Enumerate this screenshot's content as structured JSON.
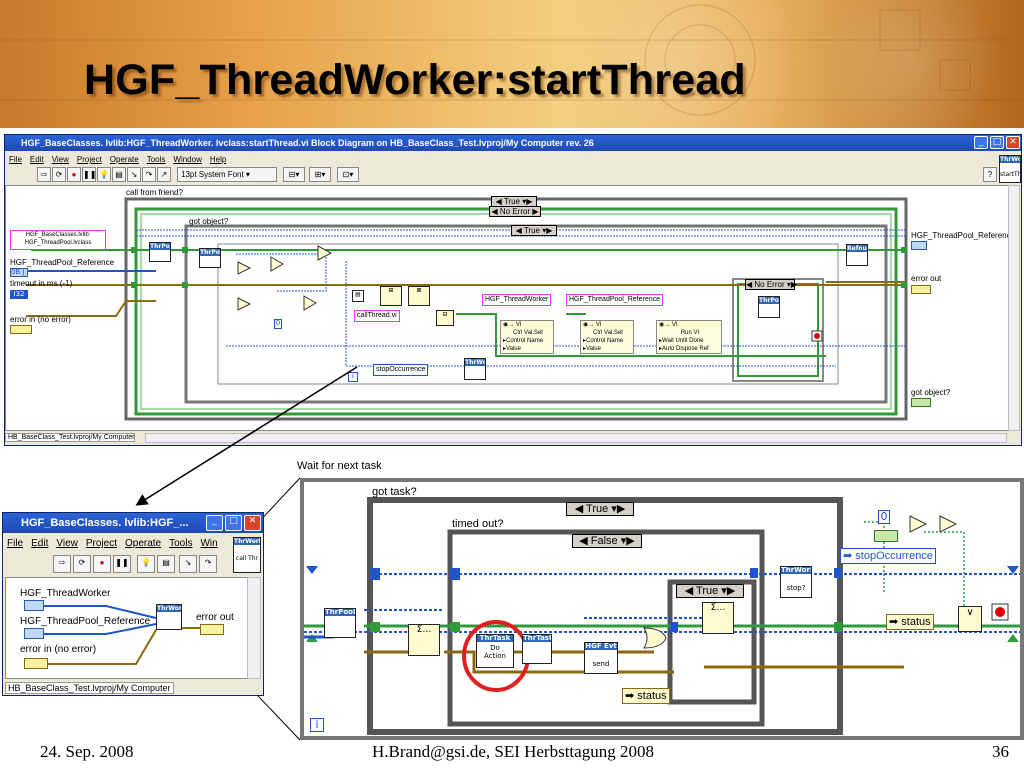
{
  "slide": {
    "title": "HGF_ThreadWorker:startThread",
    "footer_date": "24. Sep. 2008",
    "footer_center": "H.Brand@gsi.de, SEI Herbsttagung 2008",
    "page_number": "36"
  },
  "main_window": {
    "title": "HGF_BaseClasses. lvlib:HGF_ThreadWorker. lvclass:startThread.vi Block Diagram on HB_BaseClass_Test.lvproj/My Computer rev. 26",
    "menu": [
      "File",
      "Edit",
      "View",
      "Project",
      "Operate",
      "Tools",
      "Window",
      "Help"
    ],
    "font_selector": "13pt System Font",
    "status_path": "HB_BaseClass_Test.lvproj/My Computer",
    "connector_label": "startThr",
    "labels": {
      "call_from_friend": "call from friend?",
      "got_object": "got object?",
      "case_true_outer": "True",
      "case_no_error": "No Error",
      "case_true_inner": "True",
      "case_no_error_right": "No Error",
      "base_classes_path": "HGF_BaseClasses.lvlib:\nHGF_ThreadPool.lvclass",
      "threadpool_ref": "HGF_ThreadPool_Reference",
      "timeout": "timeout in ms (-1)",
      "timeout_value": "I32",
      "error_in": "error in (no error)",
      "threadpool_ref_out": "HGF_ThreadPool_Reference",
      "error_out": "error out",
      "got_object_out": "got object?",
      "call_thread": "callThread.vi",
      "hgf_threadworker": "HGF_ThreadWorker",
      "hgf_threadpool_reference": "HGF_ThreadPool_Reference",
      "vi": "VI",
      "ctrl_val_set": "Ctrl Val.Set",
      "control_name": "Control Name",
      "value": "Value",
      "run_vi": "Run VI",
      "wait_until_done": "Wait Until Done",
      "auto_dispose_ref": "Auto Dispose Ref",
      "stop_occurrence": "stopOccurrence",
      "number_zero": "0",
      "index_label": "i"
    }
  },
  "small_window": {
    "title": "HGF_BaseClasses. lvlib:HGF_...",
    "menu": [
      "File",
      "Edit",
      "View",
      "Project",
      "Operate",
      "Tools",
      "Win"
    ],
    "connector_label": "call Thr",
    "labels": {
      "threadworker": "HGF_ThreadWorker",
      "threadpool_ref": "HGF_ThreadPool_Reference",
      "error_in": "error in (no error)",
      "error_out": "error out",
      "node": "ThrWork"
    },
    "status_path": "HB_BaseClass_Test.lvproj/My Computer"
  },
  "zoom_diagram": {
    "wait_label": "Wait for next task",
    "got_task": "got task?",
    "case_true": "True",
    "timed_out": "timed out?",
    "case_false": "False",
    "case_true_inner": "True",
    "thrpool": "ThrPool",
    "do_action": "Do\nAction",
    "thrtask": "ThrTask",
    "hgf_evt": "HGF Evt",
    "send": "send",
    "status": "status",
    "status_right": "status",
    "stop_occurrence": "stopOccurrence",
    "thrwork": "ThrWork",
    "stop_q": "stop?",
    "number_zero": "0",
    "index_label": "i"
  },
  "colors": {
    "header_orange": "#e7a24a",
    "window_title_blue": "#2456c8",
    "wire_green": "#2f9a3a",
    "wire_blue": "#1f55c8",
    "wire_brown": "#8a6a10",
    "highlight_circle": "#e02020"
  }
}
